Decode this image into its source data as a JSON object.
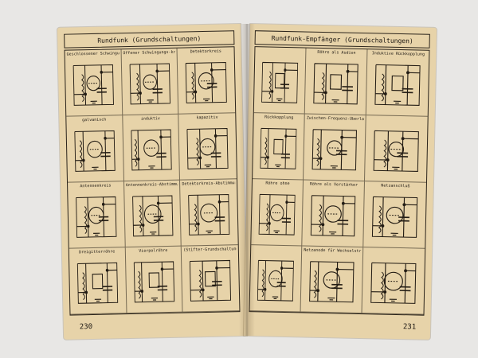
{
  "left_page": {
    "header": "Rundfunk (Grundschaltungen)",
    "page_number": "230",
    "cells": [
      {
        "title": "Geschlossener Schwingungs-kreis"
      },
      {
        "title": "Offener Schwingungs-kreis"
      },
      {
        "title": "Detektorkreis"
      },
      {
        "title": "galvanisch"
      },
      {
        "title": "induktiv"
      },
      {
        "title": "kapazitiv"
      },
      {
        "title": "Antennenkreis"
      },
      {
        "title": "Antennenkreis-Abstimmung"
      },
      {
        "title": "Detektorkreis-Abstimmung"
      },
      {
        "title": "Dreigitterröhre"
      },
      {
        "title": "Vierpolröhre"
      },
      {
        "title": "(Stifter-Grundschaltungen)"
      }
    ]
  },
  "right_page": {
    "header": "Rundfunk-Empfänger (Grundschaltungen)",
    "page_number": "231",
    "cells": [
      {
        "title": ""
      },
      {
        "title": "Röhre als Audion"
      },
      {
        "title": "Induktive Rückkopplung"
      },
      {
        "title": "Rückkopplung"
      },
      {
        "title": "Zwischen-Frequenz-Überlagerungs-Empfänger"
      },
      {
        "title": ""
      },
      {
        "title": "Röhre ohne"
      },
      {
        "title": "Röhre als Verstärker"
      },
      {
        "title": "Netzanschluß"
      },
      {
        "title": ""
      },
      {
        "title": "Netzanode für Wechselstrom"
      },
      {
        "title": ""
      }
    ]
  }
}
